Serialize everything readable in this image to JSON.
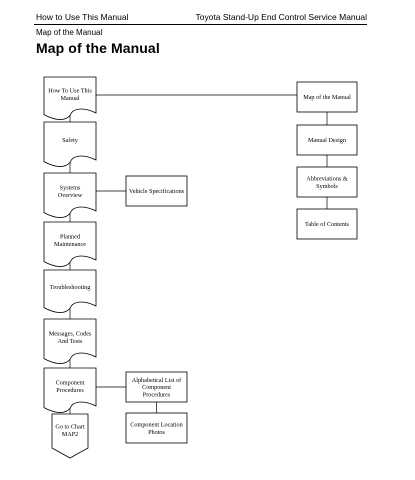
{
  "header": {
    "left": "How to Use This Manual",
    "right": "Toyota Stand-Up End Control Service Manual"
  },
  "section_label": "Map of the Manual",
  "title": "Map of the Manual",
  "nodes": [
    {
      "id": "how-to-use",
      "shape": "document",
      "lines": [
        "How To Use This",
        "Manual"
      ]
    },
    {
      "id": "safety",
      "shape": "document",
      "lines": [
        "Safety"
      ]
    },
    {
      "id": "systems-overview",
      "shape": "document",
      "lines": [
        "Systems",
        "Overview"
      ]
    },
    {
      "id": "planned-maintenance",
      "shape": "document",
      "lines": [
        "Planned",
        "Maintenance"
      ]
    },
    {
      "id": "troubleshooting",
      "shape": "document",
      "lines": [
        "Troubleshooting"
      ]
    },
    {
      "id": "messages-codes-tests",
      "shape": "document",
      "lines": [
        "Messages, Codes",
        "And Tests"
      ]
    },
    {
      "id": "component-procedures",
      "shape": "document",
      "lines": [
        "Component",
        "Procedures"
      ]
    },
    {
      "id": "go-to-chart",
      "shape": "offpage",
      "lines": [
        "Go to Chart",
        "MAP2"
      ]
    },
    {
      "id": "vehicle-specifications",
      "shape": "rect",
      "lines": [
        "Vehicle Specifications"
      ]
    },
    {
      "id": "alphabetical-list",
      "shape": "rect",
      "lines": [
        "Alphabetical List of",
        "Component",
        "Procedures"
      ]
    },
    {
      "id": "component-location-photos",
      "shape": "rect",
      "lines": [
        "Component Location",
        "Photos"
      ]
    },
    {
      "id": "map-of-the-manual",
      "shape": "rect",
      "lines": [
        "Map of the Manual"
      ]
    },
    {
      "id": "manual-design",
      "shape": "rect",
      "lines": [
        "Manual Design"
      ]
    },
    {
      "id": "abbreviations-symbols",
      "shape": "rect",
      "lines": [
        "Abbreviations &",
        "Symbols"
      ]
    },
    {
      "id": "table-of-contents",
      "shape": "rect",
      "lines": [
        "Table of Contents"
      ]
    }
  ],
  "edges": [
    [
      "how-to-use",
      "safety"
    ],
    [
      "safety",
      "systems-overview"
    ],
    [
      "systems-overview",
      "planned-maintenance"
    ],
    [
      "planned-maintenance",
      "troubleshooting"
    ],
    [
      "troubleshooting",
      "messages-codes-tests"
    ],
    [
      "messages-codes-tests",
      "component-procedures"
    ],
    [
      "component-procedures",
      "go-to-chart"
    ],
    [
      "systems-overview",
      "vehicle-specifications"
    ],
    [
      "component-procedures",
      "alphabetical-list"
    ],
    [
      "alphabetical-list",
      "component-location-photos"
    ],
    [
      "how-to-use",
      "map-of-the-manual"
    ],
    [
      "map-of-the-manual",
      "manual-design"
    ],
    [
      "manual-design",
      "abbreviations-symbols"
    ],
    [
      "abbreviations-symbols",
      "table-of-contents"
    ]
  ]
}
